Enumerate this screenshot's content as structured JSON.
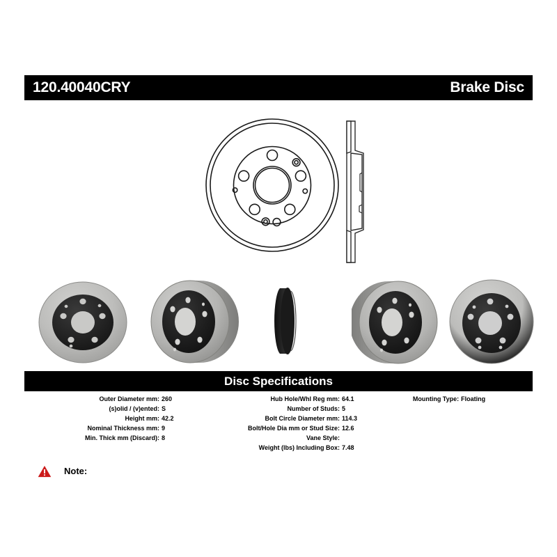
{
  "header": {
    "part_number": "120.40040CRY",
    "product_type": "Brake Disc"
  },
  "spec_banner": {
    "title": "Disc Specifications"
  },
  "specs": {
    "left": [
      {
        "label": "Outer Diameter mm:",
        "value": "260"
      },
      {
        "label": "(s)olid / (v)ented:",
        "value": "S"
      },
      {
        "label": "Height mm:",
        "value": "42.2"
      },
      {
        "label": "Nominal Thickness mm:",
        "value": "9"
      },
      {
        "label": "Min. Thick mm (Discard):",
        "value": "8"
      }
    ],
    "middle": [
      {
        "label": "Hub Hole/Whl Reg mm:",
        "value": "64.1"
      },
      {
        "label": "Number of Studs:",
        "value": "5"
      },
      {
        "label": "Bolt Circle Diameter mm:",
        "value": "114.3"
      },
      {
        "label": "Bolt/Hole Dia mm or Stud Size:",
        "value": "12.6"
      },
      {
        "label": "Vane Style:",
        "value": ""
      },
      {
        "label": "Weight (lbs) Including Box:",
        "value": "7.48"
      }
    ],
    "right": [
      {
        "label": "Mounting Type:",
        "value": "Floating"
      }
    ]
  },
  "note": {
    "icon": "warning-triangle-icon",
    "label": "Note:",
    "text": ""
  },
  "illustrations": {
    "face_drawing": "brake-disc-face-line-drawing",
    "profile_drawing": "brake-disc-cross-section-line-drawing",
    "photos": [
      "brake-disc-photo-angled-face-left",
      "brake-disc-photo-angled-edge-left",
      "brake-disc-photo-edge-on",
      "brake-disc-photo-angled-edge-right",
      "brake-disc-photo-flat-face-right"
    ]
  },
  "colors": {
    "banner_background": "#000000",
    "banner_text": "#ffffff",
    "page_background": "#ffffff",
    "warning_red": "#cc1b1b",
    "rotor_face_gray": "#b9b9b7",
    "rotor_hat_black": "#1b1b1b"
  }
}
